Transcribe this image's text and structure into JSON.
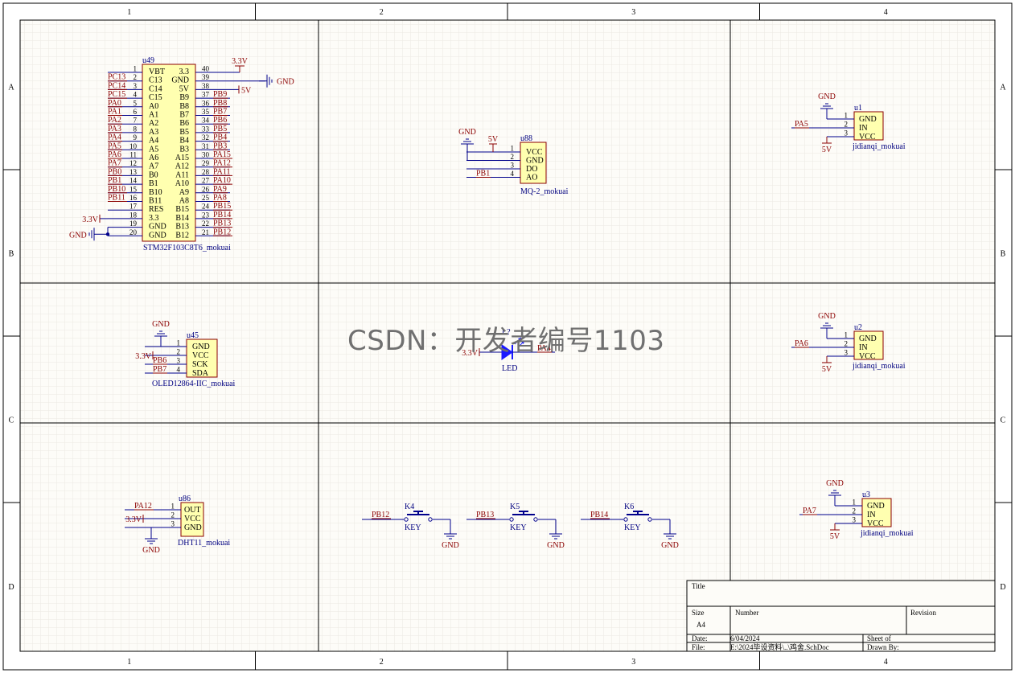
{
  "frame": {
    "col_labels": [
      "1",
      "2",
      "3",
      "4"
    ],
    "row_labels": [
      "A",
      "B",
      "C",
      "D"
    ]
  },
  "mcu": {
    "ref": "u49",
    "name": "STM32F103C8T6_mokuai",
    "left": [
      {
        "num": "1",
        "pin": "VBT",
        "net": ""
      },
      {
        "num": "2",
        "pin": "C13",
        "net": "PC13"
      },
      {
        "num": "3",
        "pin": "C14",
        "net": "PC14"
      },
      {
        "num": "4",
        "pin": "C15",
        "net": "PC15"
      },
      {
        "num": "5",
        "pin": "A0",
        "net": "PA0"
      },
      {
        "num": "6",
        "pin": "A1",
        "net": "PA1"
      },
      {
        "num": "7",
        "pin": "A2",
        "net": "PA2"
      },
      {
        "num": "8",
        "pin": "A3",
        "net": "PA3"
      },
      {
        "num": "9",
        "pin": "A4",
        "net": "PA4"
      },
      {
        "num": "10",
        "pin": "A5",
        "net": "PA5"
      },
      {
        "num": "11",
        "pin": "A6",
        "net": "PA6"
      },
      {
        "num": "12",
        "pin": "A7",
        "net": "PA7"
      },
      {
        "num": "13",
        "pin": "B0",
        "net": "PB0"
      },
      {
        "num": "14",
        "pin": "B1",
        "net": "PB1"
      },
      {
        "num": "15",
        "pin": "B10",
        "net": "PB10"
      },
      {
        "num": "16",
        "pin": "B11",
        "net": "PB11"
      },
      {
        "num": "17",
        "pin": "RES",
        "net": ""
      },
      {
        "num": "18",
        "pin": "3.3",
        "net": "3.3V"
      },
      {
        "num": "19",
        "pin": "GND",
        "net": ""
      },
      {
        "num": "20",
        "pin": "GND",
        "net": "GND"
      }
    ],
    "right": [
      {
        "num": "40",
        "pin": "3.3",
        "net": ""
      },
      {
        "num": "39",
        "pin": "GND",
        "net": ""
      },
      {
        "num": "38",
        "pin": "5V",
        "net": ""
      },
      {
        "num": "37",
        "pin": "B9",
        "net": "PB9"
      },
      {
        "num": "36",
        "pin": "B8",
        "net": "PB8"
      },
      {
        "num": "35",
        "pin": "B7",
        "net": "PB7"
      },
      {
        "num": "34",
        "pin": "B6",
        "net": "PB6"
      },
      {
        "num": "33",
        "pin": "B5",
        "net": "PB5"
      },
      {
        "num": "32",
        "pin": "B4",
        "net": "PB4"
      },
      {
        "num": "31",
        "pin": "B3",
        "net": "PB3"
      },
      {
        "num": "30",
        "pin": "A15",
        "net": "PA15"
      },
      {
        "num": "29",
        "pin": "A12",
        "net": "PA12"
      },
      {
        "num": "28",
        "pin": "A11",
        "net": "PA11"
      },
      {
        "num": "27",
        "pin": "A10",
        "net": "PA10"
      },
      {
        "num": "26",
        "pin": "A9",
        "net": "PA9"
      },
      {
        "num": "25",
        "pin": "A8",
        "net": "PA8"
      },
      {
        "num": "24",
        "pin": "B15",
        "net": "PB15"
      },
      {
        "num": "23",
        "pin": "B14",
        "net": "PB14"
      },
      {
        "num": "22",
        "pin": "B13",
        "net": "PB13"
      },
      {
        "num": "21",
        "pin": "B12",
        "net": "PB12"
      }
    ],
    "power_3v3": "3.3V",
    "power_gnd": "GND",
    "power_5v": "5V"
  },
  "mq2": {
    "ref": "u88",
    "name": "MQ-2_mokuai",
    "pins": [
      {
        "num": "1",
        "pin": "VCC"
      },
      {
        "num": "2",
        "pin": "GND"
      },
      {
        "num": "3",
        "pin": "DO"
      },
      {
        "num": "4",
        "pin": "AO"
      }
    ],
    "gnd": "GND",
    "vcc": "5V",
    "net4": "PB1"
  },
  "relays": [
    {
      "ref": "u1",
      "name": "jidianqi_mokuai",
      "gnd": "GND",
      "in_net": "PA5",
      "vcc": "5V",
      "pins": [
        {
          "num": "1",
          "pin": "GND"
        },
        {
          "num": "2",
          "pin": "IN"
        },
        {
          "num": "3",
          "pin": "VCC"
        }
      ]
    },
    {
      "ref": "u2",
      "name": "jidianqi_mokuai",
      "gnd": "GND",
      "in_net": "PA6",
      "vcc": "5V",
      "pins": [
        {
          "num": "1",
          "pin": "GND"
        },
        {
          "num": "2",
          "pin": "IN"
        },
        {
          "num": "3",
          "pin": "VCC"
        }
      ]
    },
    {
      "ref": "u3",
      "name": "jidianqi_mokuai",
      "gnd": "GND",
      "in_net": "PA7",
      "vcc": "5V",
      "pins": [
        {
          "num": "1",
          "pin": "GND"
        },
        {
          "num": "2",
          "pin": "IN"
        },
        {
          "num": "3",
          "pin": "VCC"
        }
      ]
    }
  ],
  "oled": {
    "ref": "u45",
    "name": "OLED12864-IIC_mokuai",
    "pins": [
      {
        "num": "1",
        "pin": "GND",
        "net": "GND"
      },
      {
        "num": "2",
        "pin": "VCC",
        "net": "3.3V"
      },
      {
        "num": "3",
        "pin": "SCK",
        "net": "PB6"
      },
      {
        "num": "4",
        "pin": "SDA",
        "net": "PB7"
      }
    ]
  },
  "led": {
    "ref": "L?",
    "name": "LED",
    "anode_net": "3.3V",
    "cathode_net": "PA4"
  },
  "dht11": {
    "ref": "u86",
    "name": "DHT11_mokuai",
    "pins": [
      {
        "num": "1",
        "pin": "OUT",
        "net": "PA12"
      },
      {
        "num": "2",
        "pin": "VCC",
        "net": "3.3V"
      },
      {
        "num": "3",
        "pin": "GND",
        "net": "GND"
      }
    ]
  },
  "keys": [
    {
      "ref": "K4",
      "name": "KEY",
      "net": "PB12",
      "gnd": "GND"
    },
    {
      "ref": "K5",
      "name": "KEY",
      "net": "PB13",
      "gnd": "GND"
    },
    {
      "ref": "K6",
      "name": "KEY",
      "net": "PB14",
      "gnd": "GND"
    }
  ],
  "title_block": {
    "title_label": "Title",
    "size_label": "Size",
    "size_value": "A4",
    "number_label": "Number",
    "revision_label": "Revision",
    "date_label": "Date:",
    "date_value": "6/04/2024",
    "file_label": "File:",
    "file_value": "E:\\2024毕设资料\\..\\鸡舍.SchDoc",
    "sheet_label": "Sheet   of",
    "drawn_label": "Drawn By:"
  },
  "watermark": "CSDN：开发者编号1103",
  "colors": {
    "border": "#000000",
    "grid": "#ece9e2",
    "wire": "#00008b",
    "net_label": "#8b0000",
    "part_text": "#000080",
    "part_fill": "#ffffb0",
    "part_stroke": "#8b0000",
    "led": "#1a1aff"
  }
}
